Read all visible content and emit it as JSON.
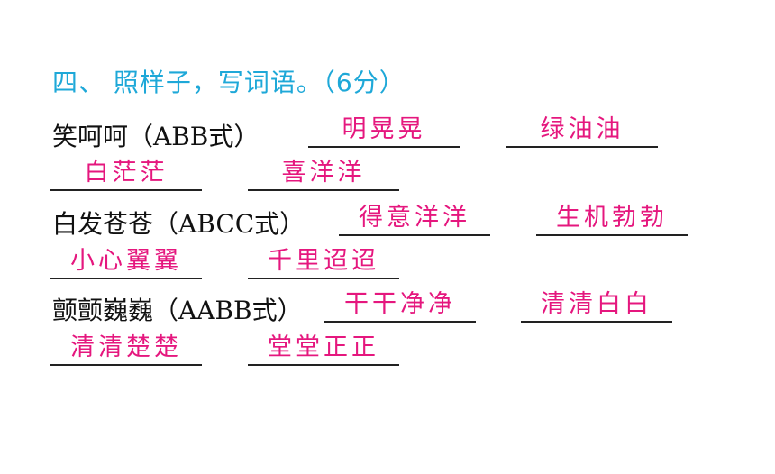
{
  "title": "四、 照样子，写词语。（6分）",
  "groups": [
    {
      "label": "笑呵呵（ABB式）",
      "answers": [
        "明晃晃",
        "绿油油",
        "白茫茫",
        "喜洋洋"
      ]
    },
    {
      "label": "白发苍苍（ABCC式）",
      "answers": [
        "得意洋洋",
        "生机勃勃",
        "小心翼翼",
        "千里迢迢"
      ]
    },
    {
      "label": "颤颤巍巍（AABB式）",
      "answers": [
        "干干净净",
        "清清白白",
        "清清楚楚",
        "堂堂正正"
      ]
    }
  ],
  "colors": {
    "title": "#1ea8d8",
    "answer": "#e5177e",
    "text": "#111111"
  }
}
